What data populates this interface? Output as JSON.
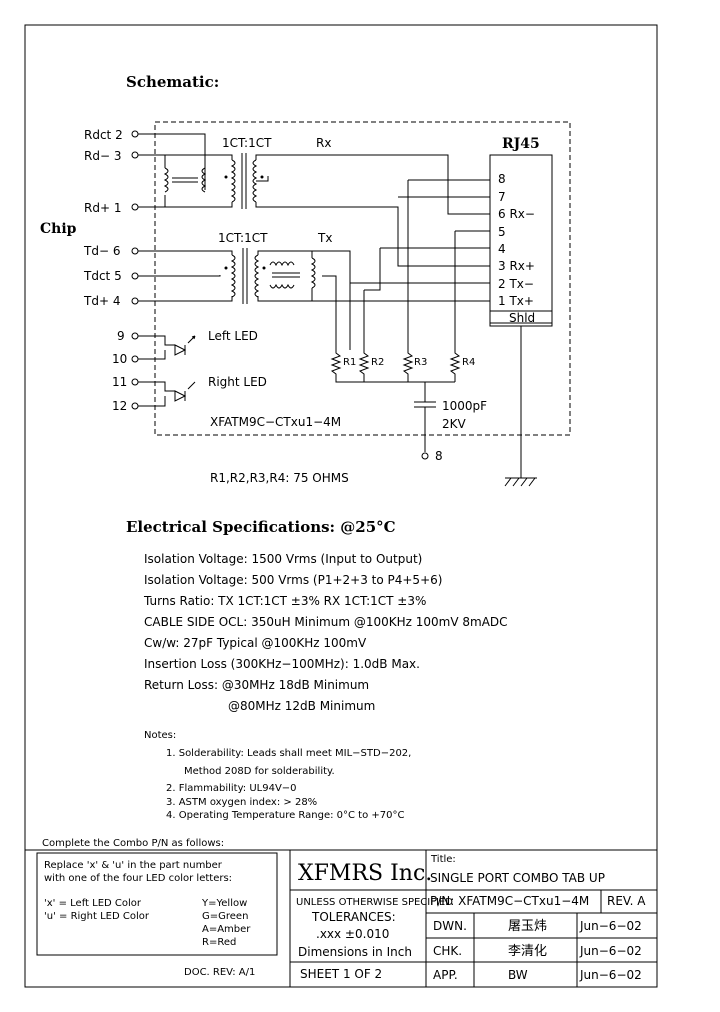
{
  "section_schematic": "Schematic:",
  "chip_label": "Chip",
  "rj45_label": "RJ45",
  "rx_label": "Rx",
  "tx_label": "Tx",
  "transformer_top_label": "1CT:1CT",
  "transformer_bottom_label": "1CT:1CT",
  "pins_left": [
    "Rdct  2",
    "Rd−  3",
    "Rd+  1",
    "Td−  6",
    "Tdct  5",
    "Td+  4",
    "9",
    "10",
    "11",
    "12"
  ],
  "led_left": "Left  LED",
  "led_right": "Right  LED",
  "rj45_pins": [
    "8",
    "7",
    "6  Rx−",
    "5",
    "4",
    "3  Rx+",
    "2  Tx−",
    "1  Tx+",
    "Shld"
  ],
  "resistors": [
    "R1",
    "R2",
    "R3",
    "R4"
  ],
  "capacitor_value": "1000pF",
  "capacitor_voltage": "2KV",
  "ground_pin": "8",
  "part_in_box": "XFATM9C−CTxu1−4M",
  "resistor_note": "R1,R2,R3,R4:  75  OHMS",
  "elec_title": "Electrical     Specifications:  @25°C",
  "elec_lines": [
    "Isolation  Voltage:   1500  Vrms  (Input  to  Output)",
    "Isolation  Voltage:   500  Vrms  (P1+2+3  to  P4+5+6)",
    "Turns  Ratio:  TX  1CT:1CT  ±3%  RX  1CT:1CT  ±3%",
    "CABLE  SIDE  OCL:  350uH  Minimum  @100KHz  100mV  8mADC",
    "Cw/w:  27pF  Typical  @100KHz  100mV",
    "Insertion  Loss  (300KHz−100MHz):  1.0dB  Max.",
    "Return  Loss:  @30MHz    18dB  Minimum",
    "@80MHz    12dB  Minimum"
  ],
  "notes_title": "Notes:",
  "notes": [
    "1.  Solderability:  Leads  shall  meet  MIL−STD−202,",
    "Method  208D  for  solderability.",
    "2.  Flammability:  UL94V−0",
    "3.  ASTM  oxygen  index:  >  28%",
    "4.  Operating  Temperature  Range:  0°C  to  +70°C"
  ],
  "combo_title": "Complete  the  Combo  P/N  as  follows:",
  "combo_lines": [
    "Replace  'x'  &  'u'  in  the  part  number",
    "with  one  of  the  four  LED  color  letters:"
  ],
  "combo_x": "'x'  =  Left  LED  Color",
  "combo_u": "'u'  =  Right  LED  Color",
  "colors": [
    "Y=Yellow",
    "G=Green",
    "A=Amber",
    "R=Red"
  ],
  "doc_rev": "DOC.  REV:  A/1",
  "title_block": {
    "company": "XFMRS  Inc.",
    "title_label": "Title:",
    "title": "SINGLE  PORT  COMBO  TAB  UP",
    "unless": "UNLESS  OTHERWISE  SPECIFIED",
    "tolerances": "TOLERANCES:",
    "tol_value": ".xxx  ±0.010",
    "dimensions": "Dimensions  in  Inch",
    "sheet": "SHEET   1   OF   2",
    "pn": "P/N:  XFATM9C−CTxu1−4M",
    "rev": "REV.  A",
    "dwn": "DWN.",
    "chk": "CHK.",
    "app": "APP.",
    "dwn_sig": "屠玉炜",
    "chk_sig": "李清化",
    "app_sig": "BW",
    "dwn_date": "Jun−6−02",
    "chk_date": "Jun−6−02",
    "app_date": "Jun−6−02"
  }
}
